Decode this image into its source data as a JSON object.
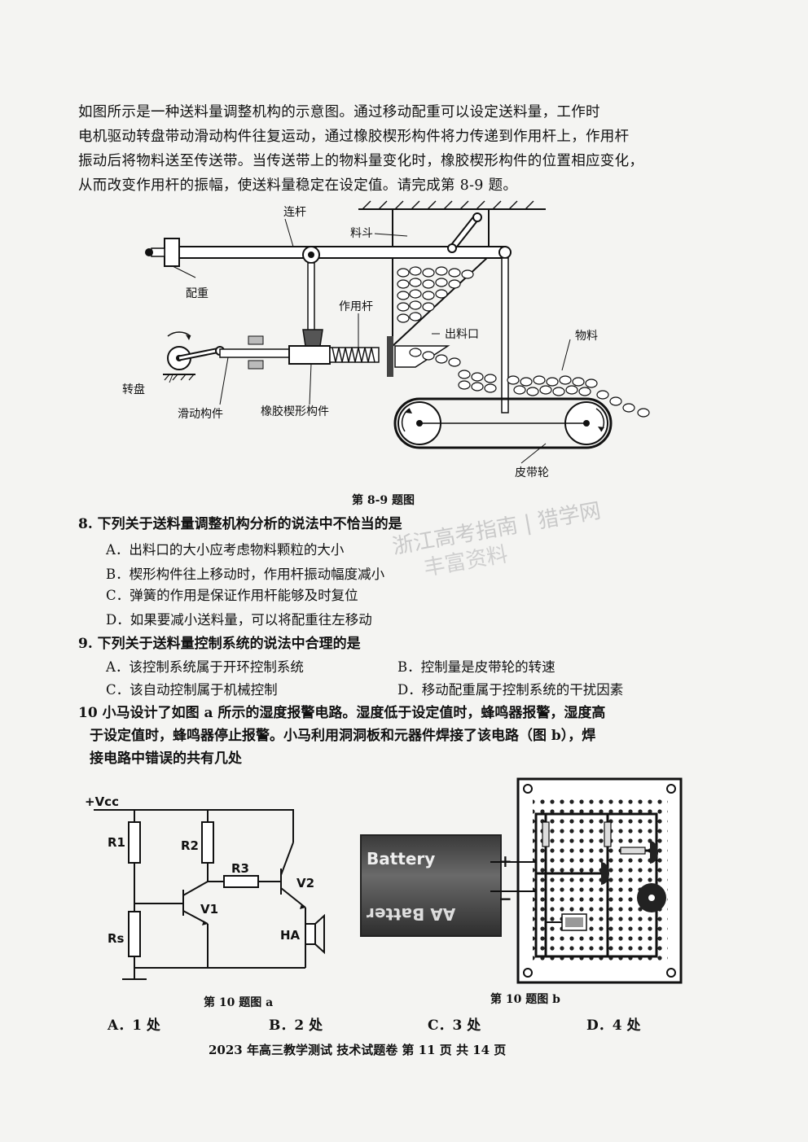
{
  "intro": {
    "line1": "如图所示是一种送料量调整机构的示意图。通过移动配重可以设定送料量，工作时",
    "line2": "电机驱动转盘带动滑动构件往复运动，通过橡胶楔形构件将力传递到作用杆上，作用杆",
    "line3": "振动后将物料送至传送带。当传送带上的物料量变化时，橡胶楔形构件的位置相应变化，",
    "line4": "从而改变作用杆的振幅，使送料量稳定在设定值。请完成第 8-9 题。"
  },
  "fig89": {
    "labels": {
      "link": "连杆",
      "hopper": "料斗",
      "counterweight": "配重",
      "rod": "作用杆",
      "outlet": "出料口",
      "material": "物料",
      "disk": "转盘",
      "slider": "滑动构件",
      "wedge": "橡胶楔形构件",
      "pulley": "皮带轮"
    },
    "caption": "第 8-9 题图"
  },
  "q8": {
    "stem": "8.  下列关于送料量调整机构分析的说法中不恰当的是",
    "a": "A．出料口的大小应考虑物料颗粒的大小",
    "b": "B．楔形构件往上移动时，作用杆振动幅度减小",
    "c": "C．弹簧的作用是保证作用杆能够及时复位",
    "d": "D．如果要减小送料量，可以将配重往左移动"
  },
  "q9": {
    "stem": "9.  下列关于送料量控制系统的说法中合理的是",
    "a": "A．该控制系统属于开环控制系统",
    "b": "B．控制量是皮带轮的转速",
    "c": "C．该自动控制属于机械控制",
    "d": "D．移动配重属于控制系统的干扰因素"
  },
  "q10": {
    "line1": "10   小马设计了如图 a 所示的湿度报警电路。湿度低于设定值时，蜂鸣器报警，湿度高",
    "line2": "于设定值时，蜂鸣器停止报警。小马利用洞洞板和元器件焊接了该电路（图 b），焊",
    "line3": "接电路中错误的共有几处",
    "a": "A．1 处",
    "b": "B．2 处",
    "c": "C．3 处",
    "d": "D．4 处"
  },
  "circuit": {
    "vcc": "+Vcc",
    "r1": "R1",
    "r2": "R2",
    "r3": "R3",
    "rs": "Rs",
    "v1": "V1",
    "v2": "V2",
    "ha": "HA",
    "caption_a": "第 10 题图 a",
    "caption_b": "第 10 题图 b",
    "battery_top": "Battery",
    "battery_bottom": "AA Batter",
    "plus": "+",
    "minus": "−"
  },
  "watermark": {
    "line1": "浙江高考指南 | 猎学网",
    "line2": "丰富资料"
  },
  "footer": "2023 年高三教学测试    技术试题卷    第 11 页  共 14 页"
}
